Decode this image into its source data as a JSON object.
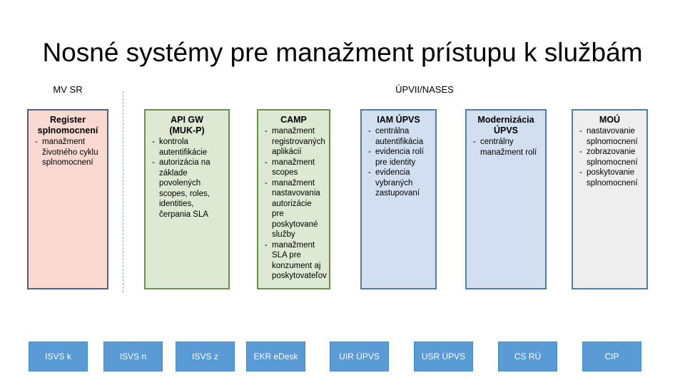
{
  "slide": {
    "title": "Nosné systémy pre manažment prístupu k službám"
  },
  "org_labels": {
    "left": "MV SR",
    "right": "ÚPVII/NASES"
  },
  "colors": {
    "pink_fill": "#fbd9d3",
    "pink_border": "#4e6180",
    "green_fill": "#dde9d2",
    "green_border": "#6a9152",
    "blue_fill": "#d2dff0",
    "blue_border": "#557aaa",
    "gray_fill": "#eeeeee",
    "gray_border": "#4e7fab",
    "button_fill": "#5b9bd5",
    "divider": "#8fa8bf"
  },
  "boxes": [
    {
      "title": "Register splnomocnení",
      "title_line1": "Register",
      "title_line2": "splnomocnení",
      "items": [
        "manažment životného cyklu splnomocnení"
      ]
    },
    {
      "title": "API GW (MUK-P)",
      "title_line1": "API GW",
      "title_line2": "(MUK-P)",
      "items": [
        "kontrola autentifikácie",
        "autorizácia na základe povolených scopes, roles, identities, čerpania SLA"
      ]
    },
    {
      "title": "CAMP",
      "title_line1": "CAMP",
      "title_line2": "",
      "items": [
        "manažment registrovaných aplikácií",
        "manažment scopes",
        "manažment nastavovania autorizácie pre poskytované služby",
        "manažment SLA pre konzument aj poskytovateľov"
      ]
    },
    {
      "title": "IAM ÚPVS",
      "title_line1": "IAM ÚPVS",
      "title_line2": "",
      "items": [
        "centrálna autentifikácia",
        "evidencia rolí pre identity",
        "evidencia vybraných zastupovaní"
      ]
    },
    {
      "title": "Modernizácia ÚPVS",
      "title_line1": "Modernizácia",
      "title_line2": "ÚPVS",
      "items": [
        "centrálny manažment rolí"
      ]
    },
    {
      "title": "MOÚ",
      "title_line1": "MOÚ",
      "title_line2": "",
      "items": [
        "nastavovanie splnomocnení",
        "zobrazovanie splnomocnení",
        "poskytovanie splnomocnení"
      ]
    }
  ],
  "buttons": [
    {
      "label": "ISVS k"
    },
    {
      "label": "ISVS n"
    },
    {
      "label": "ISVS z"
    },
    {
      "label": "EKR eDesk"
    },
    {
      "label": "UIR ÚPVS"
    },
    {
      "label": "USR ÚPVS"
    },
    {
      "label": "CS RÚ"
    },
    {
      "label": "CIP"
    }
  ]
}
